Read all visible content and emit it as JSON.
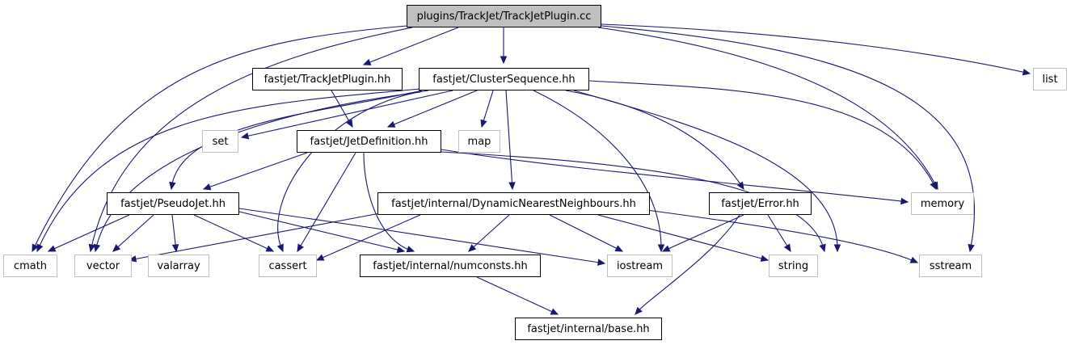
{
  "graph": {
    "colors": {
      "edge": "#191970",
      "root_fill": "#bfbfbf",
      "system_border": "#bfbfbf",
      "local_border": "#000000"
    },
    "nodes": {
      "root": "plugins/TrackJet/TrackJetPlugin.cc",
      "trackjetplugin_hh": "fastjet/TrackJetPlugin.hh",
      "clustersequence_hh": "fastjet/ClusterSequence.hh",
      "list": "list",
      "set": "set",
      "jetdefinition_hh": "fastjet/JetDefinition.hh",
      "map": "map",
      "pseudojet_hh": "fastjet/PseudoJet.hh",
      "dnn_hh": "fastjet/internal/DynamicNearestNeighbours.hh",
      "error_hh": "fastjet/Error.hh",
      "memory": "memory",
      "cmath": "cmath",
      "vector": "vector",
      "valarray": "valarray",
      "cassert": "cassert",
      "numconsts_hh": "fastjet/internal/numconsts.hh",
      "iostream": "iostream",
      "string": "string",
      "sstream": "sstream",
      "base_hh": "fastjet/internal/base.hh"
    }
  }
}
